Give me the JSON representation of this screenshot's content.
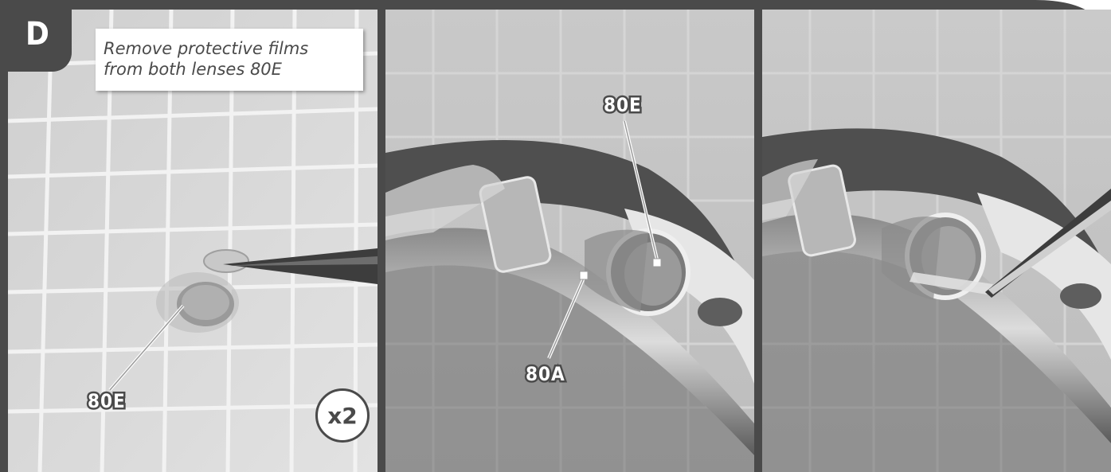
{
  "step": {
    "letter": "D"
  },
  "caption": {
    "line1": "Remove protective films",
    "line2": "from both lenses 80E"
  },
  "labels": {
    "panel1_part": "80E",
    "panel2_part_top": "80E",
    "panel2_part_bottom": "80A"
  },
  "quantity": {
    "text": "x2"
  },
  "colors": {
    "frame": "#4a4a4a",
    "mat": "#d8d8d8",
    "grid": "#f4f4f4",
    "label_text": "#ffffff"
  }
}
